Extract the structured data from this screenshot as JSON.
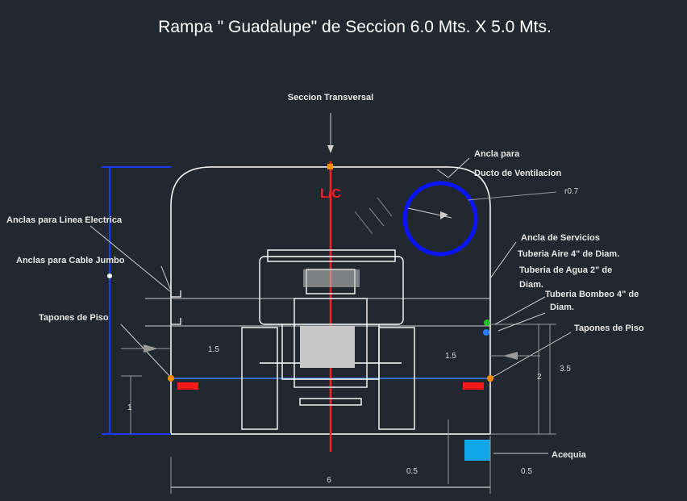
{
  "title": "Rampa \" Guadalupe\"  de Seccion  6.0 Mts. X 5.0 Mts.",
  "section_label": "Seccion Transversal",
  "centerline_label": "L/C",
  "labels": {
    "vent_line1": "Ancla para",
    "vent_line2": "Ducto de Ventilacion",
    "elec_line": "Anclas para Linea Electrica",
    "jumbo_line": "Anclas para Cable Jumbo",
    "floor_left": "Tapones de Piso",
    "floor_right": "Tapones de Piso",
    "services_1": "Ancla de Servicios",
    "services_2": "Tuberia Aire   4\" de Diam.",
    "services_3": "Tuberia de Agua  2\" de",
    "services_4": "Diam.",
    "services_5": "Tuberia Bombeo  4\" de",
    "services_6": "Diam.",
    "acequia": "Acequia"
  },
  "dimensions": {
    "duct_radius": "r0.7",
    "left_floor": "1.5",
    "right_floor": "1.5",
    "right_height": "2",
    "right_total": "3.5",
    "left_height": "1",
    "ditch_width": "0.5",
    "ditch_offset": "0.5",
    "total_width": "6"
  },
  "colors": {
    "background": "#212830",
    "outline": "#ffffff",
    "dimension": "#1a3cff",
    "centerline": "#ff2020",
    "duct": "#0a14ff",
    "floor_line": "#3a86ff",
    "floor_plug": "#ff1a1a",
    "ditch": "#10a8e8",
    "leader": "#cfcfcf"
  }
}
